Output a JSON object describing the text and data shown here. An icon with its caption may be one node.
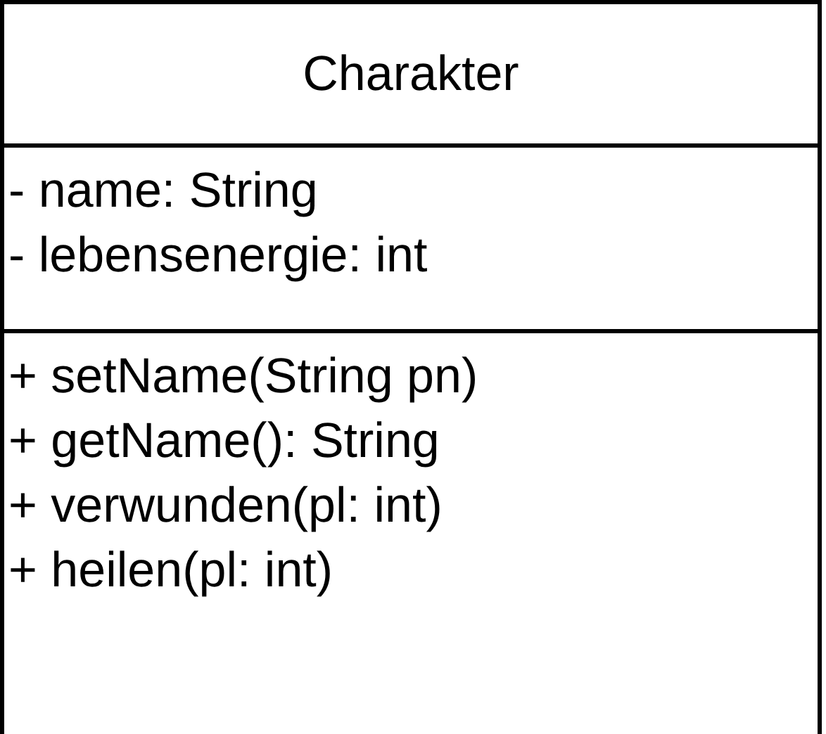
{
  "diagram": {
    "nodes": [
      {
        "text": [
          "Charakter"
        ]
      },
      {
        "text": [
          "- name: String",
          "- lebensenergie: int"
        ],
        "in": 0
      },
      {
        "text": [
          "+ setName(String pn)",
          "+ getName(): String",
          "+ verwunden(pl: int)",
          "+ heilen(pl: int)"
        ],
        "in": 0
      }
    ]
  }
}
